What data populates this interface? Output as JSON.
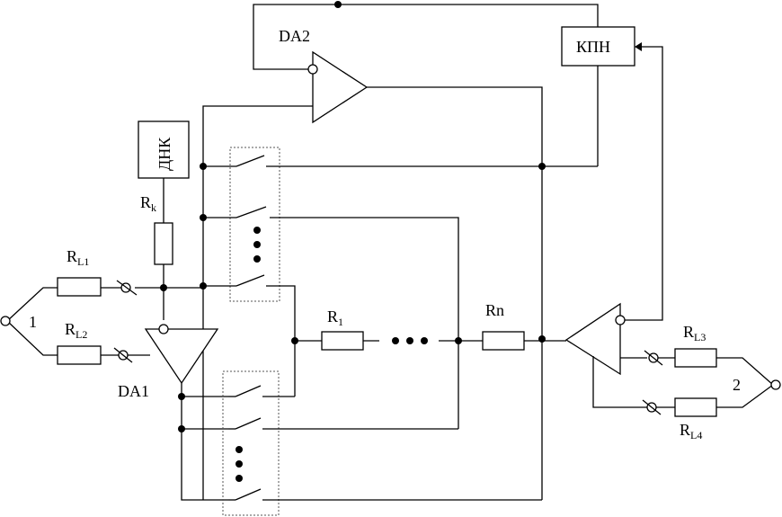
{
  "labels": {
    "da2": "DA2",
    "da1": "DA1",
    "kpn": "КПН",
    "dnk": "ДНК",
    "rk_main": "R",
    "rk_sub": "k",
    "rl1_main": "R",
    "rl1_sub": "L1",
    "rl2_main": "R",
    "rl2_sub": "L2",
    "rl3_main": "R",
    "rl3_sub": "L3",
    "rl4_main": "R",
    "rl4_sub": "L4",
    "r1_main": "R",
    "r1_sub": "1",
    "rn": "Rn",
    "port1": "1",
    "port2": "2"
  }
}
